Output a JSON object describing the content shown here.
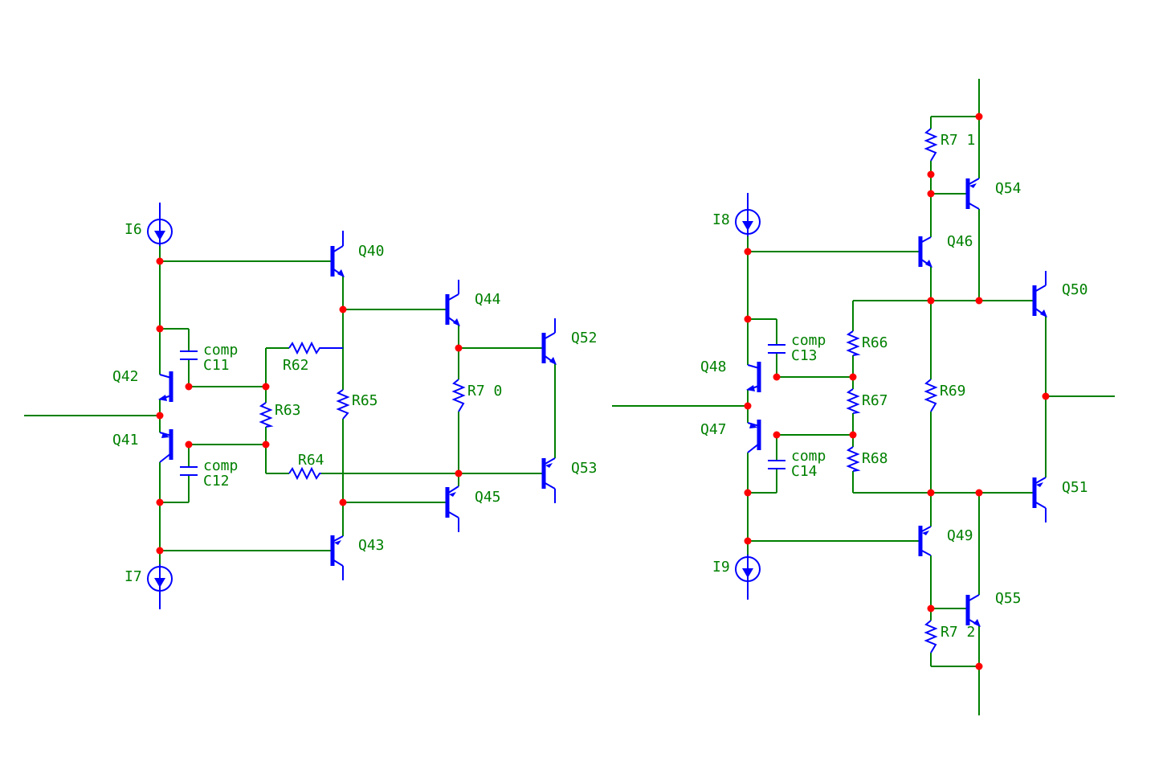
{
  "circuit": {
    "sources": {
      "i6": "I6",
      "i7": "I7",
      "i8": "I8",
      "i9": "I9"
    },
    "transistors": {
      "q40": "Q40",
      "q41": "Q41",
      "q42": "Q42",
      "q43": "Q43",
      "q44": "Q44",
      "q45": "Q45",
      "q46": "Q46",
      "q47": "Q47",
      "q48": "Q48",
      "q49": "Q49",
      "q50": "Q50",
      "q51": "Q51",
      "q52": "Q52",
      "q53": "Q53",
      "q54": "Q54",
      "q55": "Q55"
    },
    "resistors": {
      "r62": "R62",
      "r63": "R63",
      "r64": "R64",
      "r65": "R65",
      "r66": "R66",
      "r67": "R67",
      "r68": "R68",
      "r69": "R69",
      "r70": "R7 0",
      "r71": "R7 1",
      "r72": "R7 2"
    },
    "capacitors": {
      "c11": {
        "type": "comp",
        "name": "C11"
      },
      "c12": {
        "type": "comp",
        "name": "C12"
      },
      "c13": {
        "type": "comp",
        "name": "C13"
      },
      "c14": {
        "type": "comp",
        "name": "C14"
      }
    }
  }
}
